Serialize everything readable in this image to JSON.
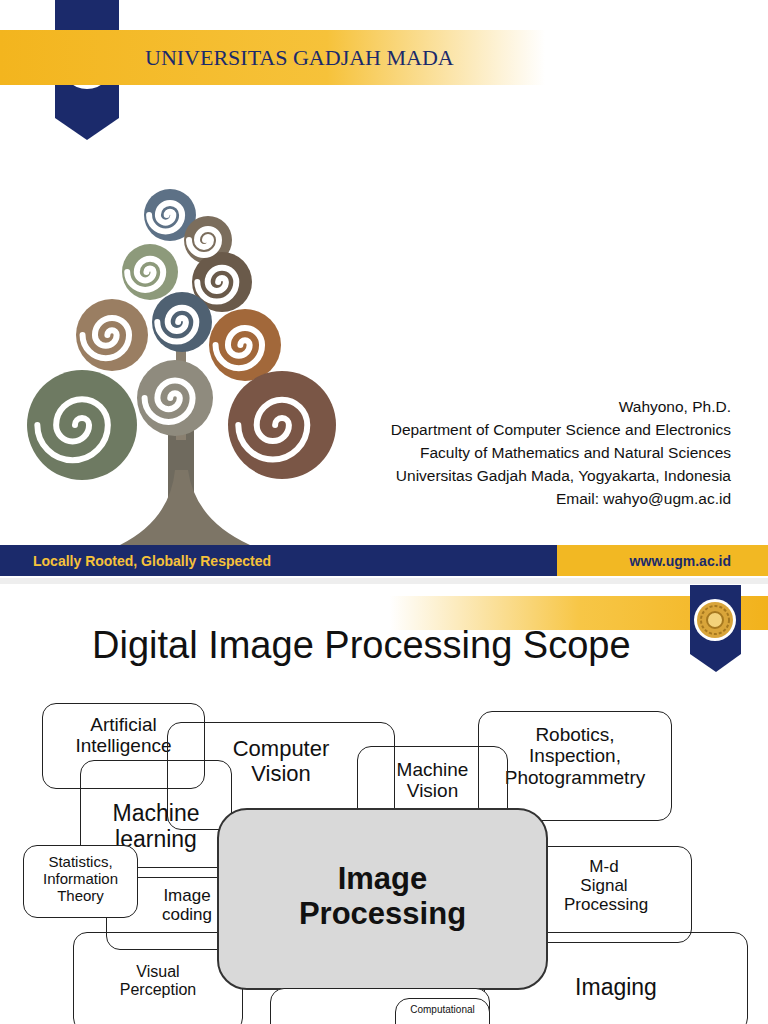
{
  "diagram": {
    "title": "Digital Image Processing Scope",
    "nodes": [
      {
        "text": [
          "UNIVERSITAS GADJAH MADA"
        ]
      },
      {
        "text": [
          "Locally Rooted, Globally Respected"
        ]
      },
      {
        "text": [
          "www.ugm.ac.id"
        ]
      },
      {
        "text": [
          "Artificial Intelligence"
        ]
      },
      {
        "text": [
          "Computer Vision"
        ]
      },
      {
        "text": [
          "Machine Vision"
        ]
      },
      {
        "text": [
          "Robotics, Inspection, Photogrammetry"
        ]
      },
      {
        "text": [
          "Machine learning"
        ]
      },
      {
        "text": [
          "Statistics, Information Theory"
        ]
      },
      {
        "text": [
          "Image coding"
        ]
      },
      {
        "text": [
          "Image Processing"
        ]
      },
      {
        "text": [
          "M-d Signal Processing"
        ]
      },
      {
        "text": [
          "Visual Perception"
        ]
      },
      {
        "text": [
          "Imaging"
        ]
      },
      {
        "text": [
          "Computational"
        ]
      }
    ],
    "labels": [
      "Wahyono, Ph.D.",
      "Department of Computer Science and Electronics",
      "Faculty of Mathematics and Natural Sciences",
      "Universitas Gadjah Mada, Yogyakarta, Indonesia",
      "Email: wahyo@ugm.ac.id"
    ]
  }
}
